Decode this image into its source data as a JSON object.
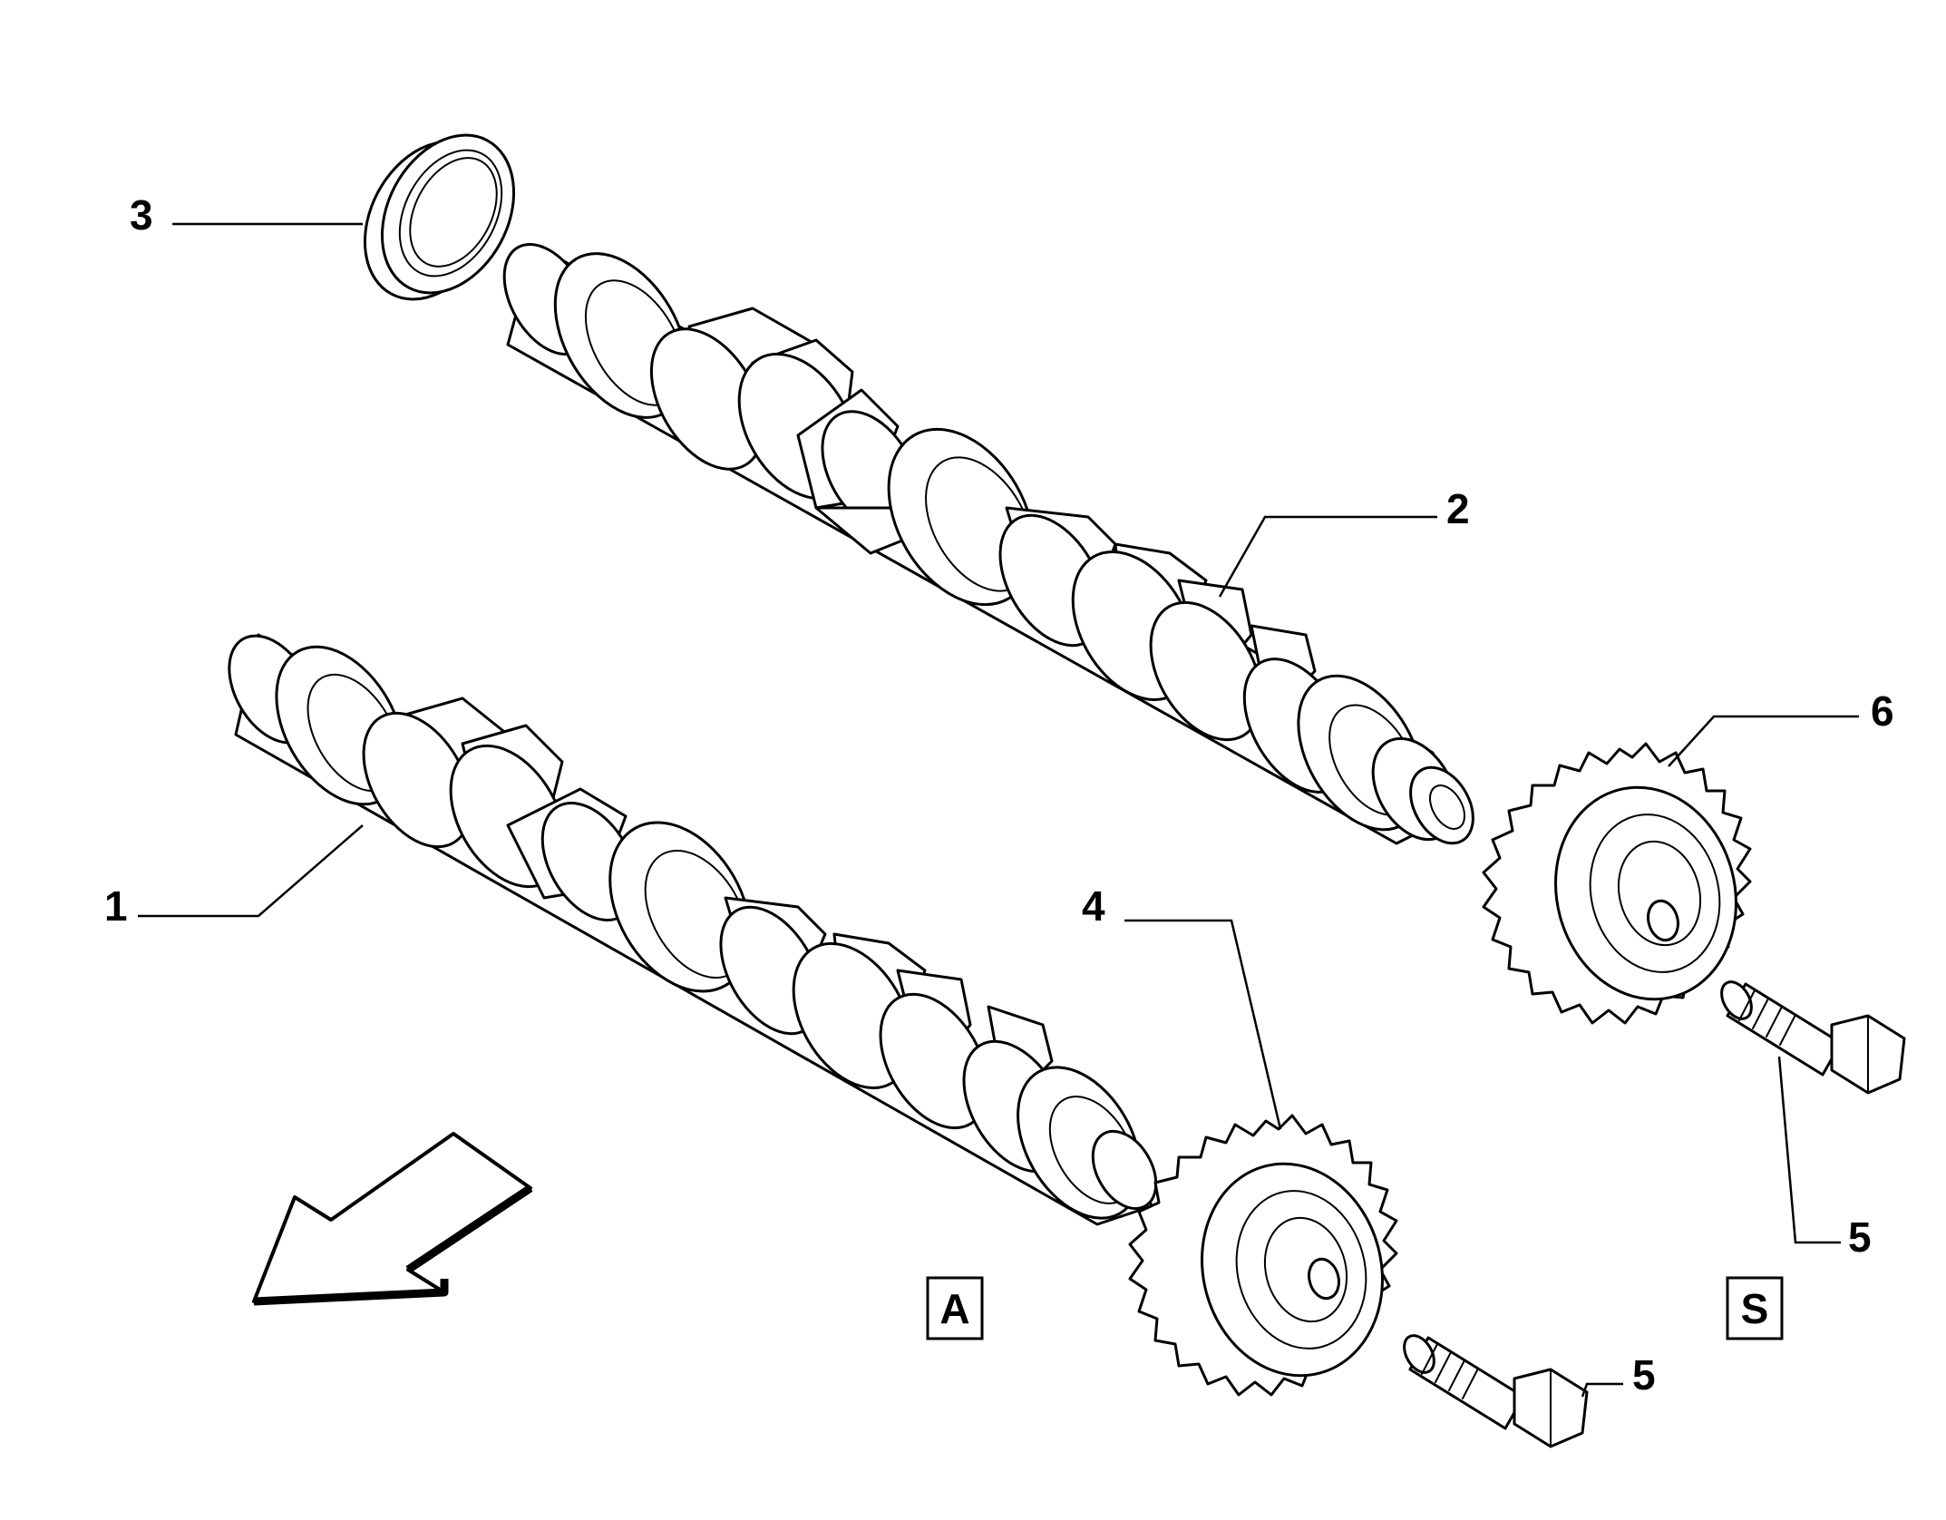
{
  "callouts": {
    "c1": "1",
    "c2": "2",
    "c3": "3",
    "c4": "4",
    "c5a": "5",
    "c5b": "5",
    "c6": "6"
  },
  "variant_tags": {
    "left": "A",
    "right": "S"
  },
  "colors": {
    "line": "#000000",
    "background": "#ffffff"
  },
  "parts": [
    "camshaft-1",
    "camshaft-2",
    "seal-ring",
    "gear-4",
    "gear-6",
    "bolt-5",
    "bolt-5",
    "direction-arrow"
  ]
}
